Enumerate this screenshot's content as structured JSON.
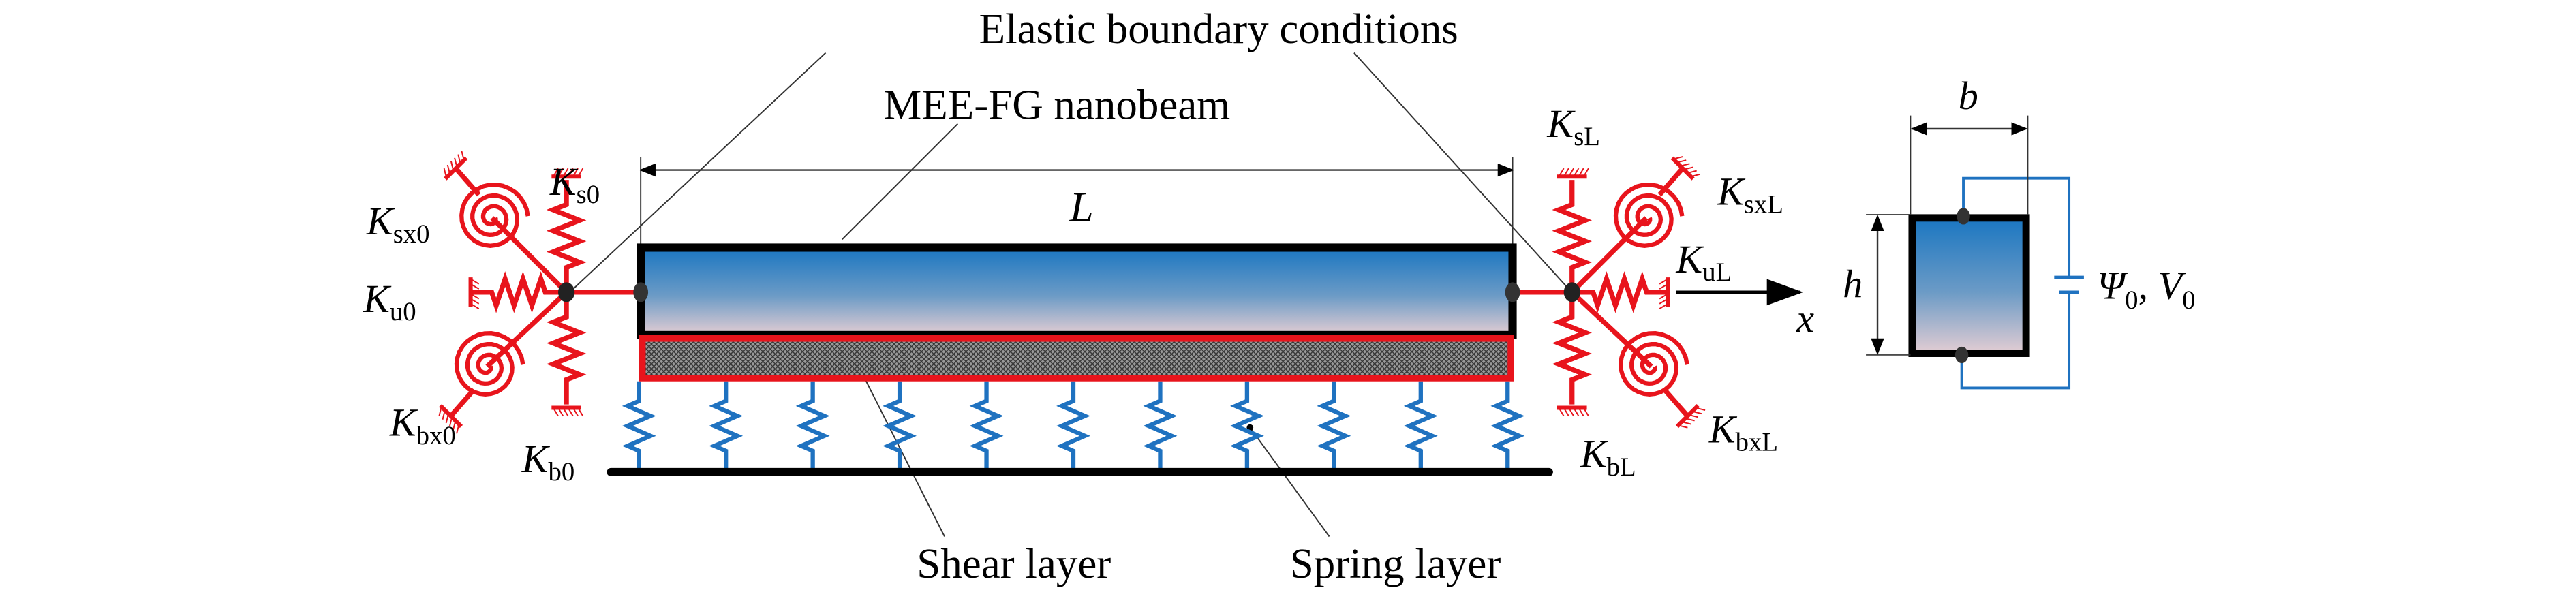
{
  "title_elastic": "Elastic boundary conditions",
  "title_beam": "MEE-FG nanobeam",
  "length_label": "L",
  "axis_label": "x",
  "shear_label": "Shear layer",
  "spring_label": "Spring layer",
  "left_springs": {
    "Ks0": {
      "k": "K",
      "sub": "s0"
    },
    "Ksx0": {
      "k": "K",
      "sub": "sx0"
    },
    "Ku0": {
      "k": "K",
      "sub": "u0"
    },
    "Kbx0": {
      "k": "K",
      "sub": "bx0"
    },
    "Kb0": {
      "k": "K",
      "sub": "b0"
    }
  },
  "right_springs": {
    "KsL": {
      "k": "K",
      "sub": "sL"
    },
    "KsxL": {
      "k": "K",
      "sub": "sxL"
    },
    "KuL": {
      "k": "K",
      "sub": "uL"
    },
    "KbxL": {
      "k": "K",
      "sub": "bxL"
    },
    "KbL": {
      "k": "K",
      "sub": "bL"
    }
  },
  "cross_section": {
    "width_label": "b",
    "height_label": "h",
    "psi": "Ψ",
    "psi_sub": "0",
    "sep": ", ",
    "v": "V",
    "v_sub": "0"
  },
  "foundation_spring_count": 11,
  "colors": {
    "boundary": "#e8141c",
    "foundation": "#1f72c0",
    "beam_top": "#1a76c1",
    "beam_bottom": "#e3cdd3",
    "shear_fill": "#8a8a8a"
  }
}
